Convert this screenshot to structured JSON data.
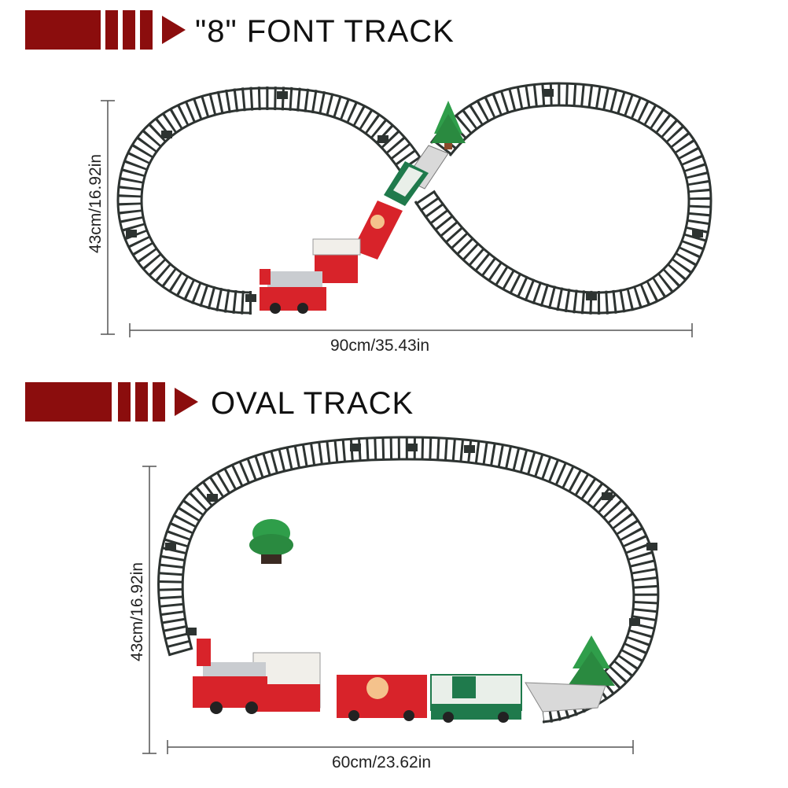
{
  "sections": [
    {
      "title": "\"8\" FONT TRACK",
      "height_label": "43cm/16.92in",
      "width_label": "90cm/35.43in"
    },
    {
      "title": "OVAL TRACK",
      "height_label": "43cm/16.92in",
      "width_label": "60cm/23.62in"
    }
  ],
  "colors": {
    "banner": "#8b0d0d",
    "track": "#2d3331",
    "dimension_line": "#555555",
    "engine_red": "#d8232a",
    "car_green": "#1f7a4c",
    "tree_green": "#2f9e4a"
  }
}
